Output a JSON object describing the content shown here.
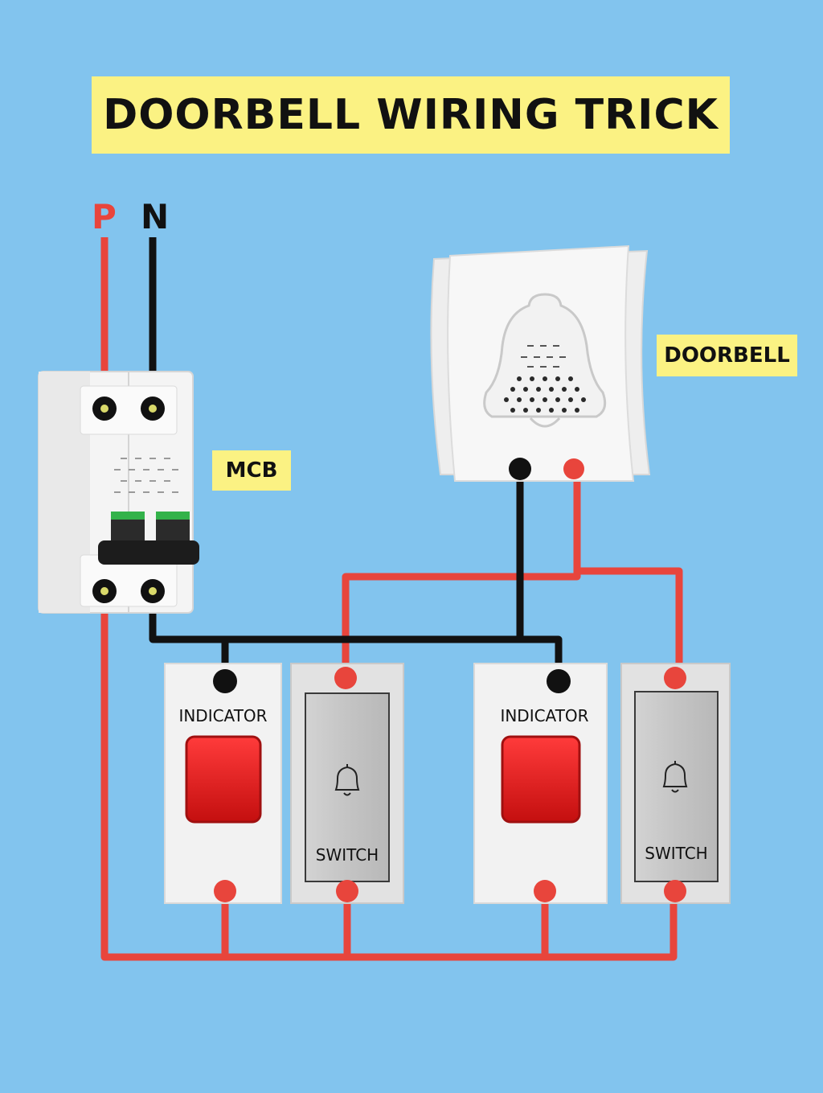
{
  "title": "DOORBELL WIRING TRICK",
  "supply": {
    "phase": "P",
    "neutral": "N"
  },
  "labels": {
    "mcb": "MCB",
    "doorbell": "DOORBELL"
  },
  "modules": [
    {
      "type": "indicator",
      "label": "INDICATOR"
    },
    {
      "type": "switch",
      "label": "SWITCH",
      "icon": "bell-icon"
    },
    {
      "type": "indicator",
      "label": "INDICATOR"
    },
    {
      "type": "switch",
      "label": "SWITCH",
      "icon": "bell-icon"
    }
  ],
  "colors": {
    "background": "#82c4ee",
    "phase_wire": "#e8453c",
    "neutral_wire": "#111111",
    "label_bg": "#fbf283",
    "indicator_lamp": "#d81d1d"
  }
}
